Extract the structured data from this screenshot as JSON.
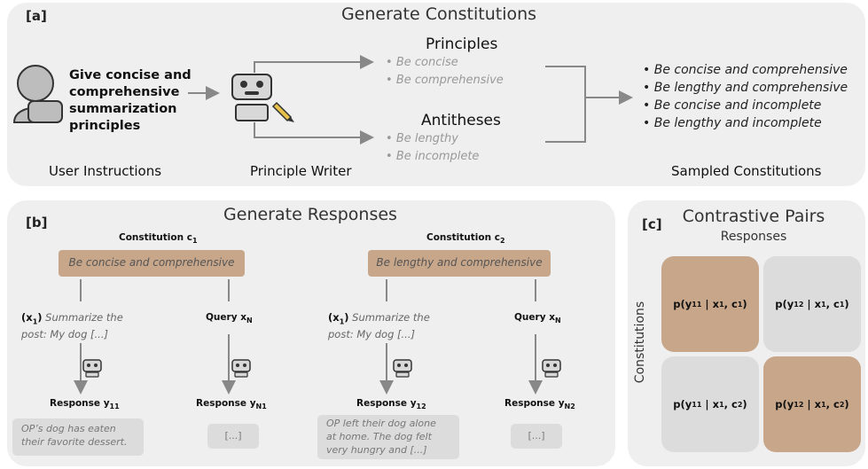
{
  "panel_a": {
    "tag": "[a]",
    "title": "Generate Constitutions",
    "user_instruction": [
      "Give concise and",
      "comprehensive",
      "summarization",
      "principles"
    ],
    "user_label": "User Instructions",
    "writer_label": "Principle Writer",
    "principles_title": "Principles",
    "principles": [
      "Be concise",
      "Be comprehensive"
    ],
    "antitheses_title": "Antitheses",
    "antitheses": [
      "Be lengthy",
      "Be incomplete"
    ],
    "constitutions": [
      "Be concise and comprehensive",
      "Be lengthy and comprehensive",
      "Be concise and incomplete",
      "Be lengthy and incomplete"
    ],
    "sampled_label": "Sampled Constitutions"
  },
  "panel_b": {
    "tag": "[b]",
    "title": "Generate Responses",
    "c1_label": "Constitution c",
    "c1_sub": "1",
    "c1_text": "Be concise and comprehensive",
    "c2_label": "Constitution c",
    "c2_sub": "2",
    "c2_text": "Be lengthy and comprehensive",
    "x1_prefix": "(x",
    "x1_sub": "1",
    "x1_suffix": ")",
    "x1_text_l1": " Summarize the",
    "x1_text_l2": "post: My dog [...]",
    "query_label": "Query x",
    "query_sub": "N",
    "resp_label": "Response y",
    "resp_11": "11",
    "resp_n1": "N1",
    "resp_12": "12",
    "resp_n2": "N2",
    "resp_text_1": [
      "OP’s dog has eaten",
      "their favorite dessert."
    ],
    "resp_text_2": [
      "OP left their dog alone",
      "at home. The dog felt",
      "very hungry and [...]"
    ],
    "ellipsis": "[...]"
  },
  "panel_c": {
    "tag": "[c]",
    "title": "Contrastive Pairs",
    "responses_label": "Responses",
    "constitutions_label": "Constitutions",
    "cells": [
      {
        "y": "11",
        "x": "1",
        "c": "1"
      },
      {
        "y": "12",
        "x": "1",
        "c": "1"
      },
      {
        "y": "11",
        "x": "1",
        "c": "2"
      },
      {
        "y": "12",
        "x": "1",
        "c": "2"
      }
    ]
  },
  "colors": {
    "tan": "#c7a68a",
    "panel": "#efefef",
    "cell_gray": "#dcdcdc",
    "arrow": "#888888"
  }
}
